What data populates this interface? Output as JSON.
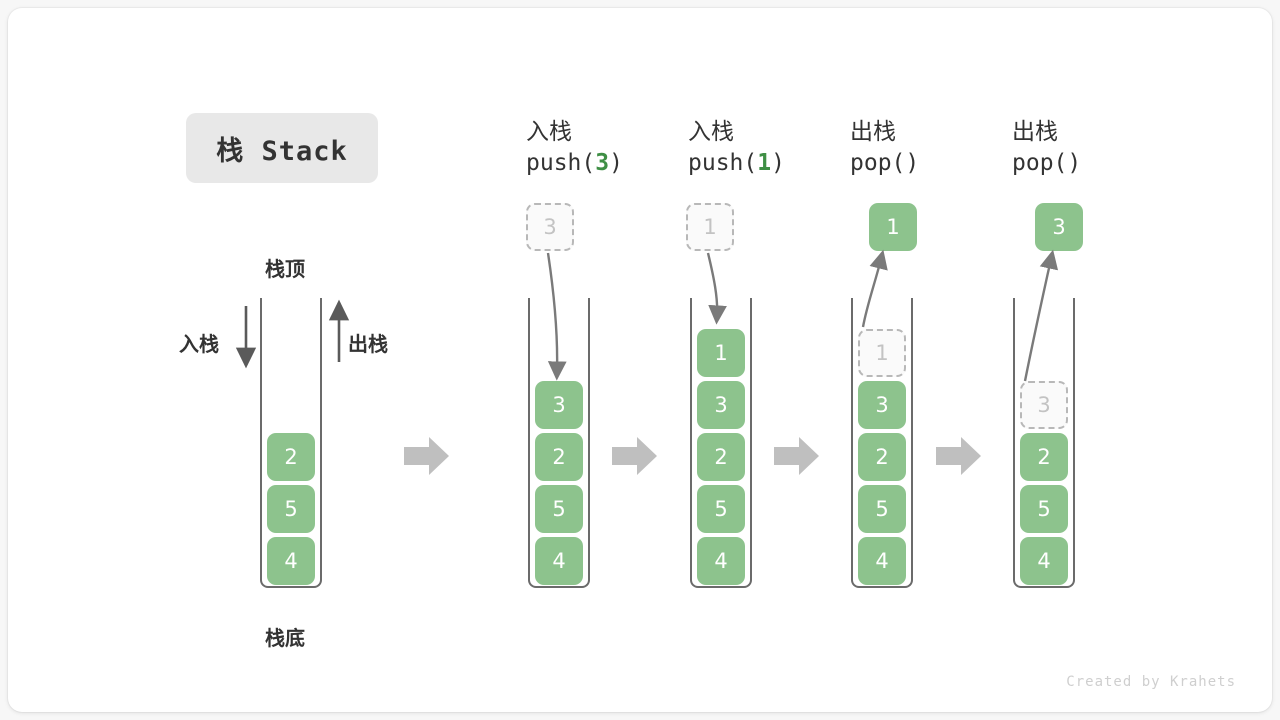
{
  "title": "栈 Stack",
  "labels": {
    "top": "栈顶",
    "bottom": "栈底",
    "push": "入栈",
    "pop": "出栈"
  },
  "footer": "Created by Krahets",
  "colors": {
    "element": "#8dc38d",
    "ghost_text": "#c3c3c3",
    "accent_code": "#3f8f45",
    "frame": "#6b6b6b",
    "flow_arrow": "#bfbfbf",
    "badge_bg": "#e8e8e8"
  },
  "steps": [
    {
      "id": "initial",
      "op_cn": "",
      "op_code": "",
      "op_arg": "",
      "cells": [
        "4",
        "5",
        "2"
      ],
      "ghost_top": null,
      "float_box": null
    },
    {
      "id": "push-3",
      "op_cn": "入栈",
      "op_code_prefix": "push(",
      "op_arg": "3",
      "op_code_suffix": ")",
      "cells": [
        "4",
        "5",
        "2",
        "3"
      ],
      "ghost_top": null,
      "float_box": {
        "value": "3",
        "style": "ghost"
      }
    },
    {
      "id": "push-1",
      "op_cn": "入栈",
      "op_code_prefix": "push(",
      "op_arg": "1",
      "op_code_suffix": ")",
      "cells": [
        "4",
        "5",
        "2",
        "3",
        "1"
      ],
      "ghost_top": null,
      "float_box": {
        "value": "1",
        "style": "ghost"
      }
    },
    {
      "id": "pop-1",
      "op_cn": "出栈",
      "op_code_prefix": "pop(",
      "op_arg": "",
      "op_code_suffix": ")",
      "cells": [
        "4",
        "5",
        "2",
        "3"
      ],
      "ghost_top": "1",
      "float_box": {
        "value": "1",
        "style": "solid"
      }
    },
    {
      "id": "pop-3",
      "op_cn": "出栈",
      "op_code_prefix": "pop(",
      "op_arg": "",
      "op_code_suffix": ")",
      "cells": [
        "4",
        "5",
        "2"
      ],
      "ghost_top": "3",
      "float_box": {
        "value": "3",
        "style": "solid"
      }
    }
  ]
}
